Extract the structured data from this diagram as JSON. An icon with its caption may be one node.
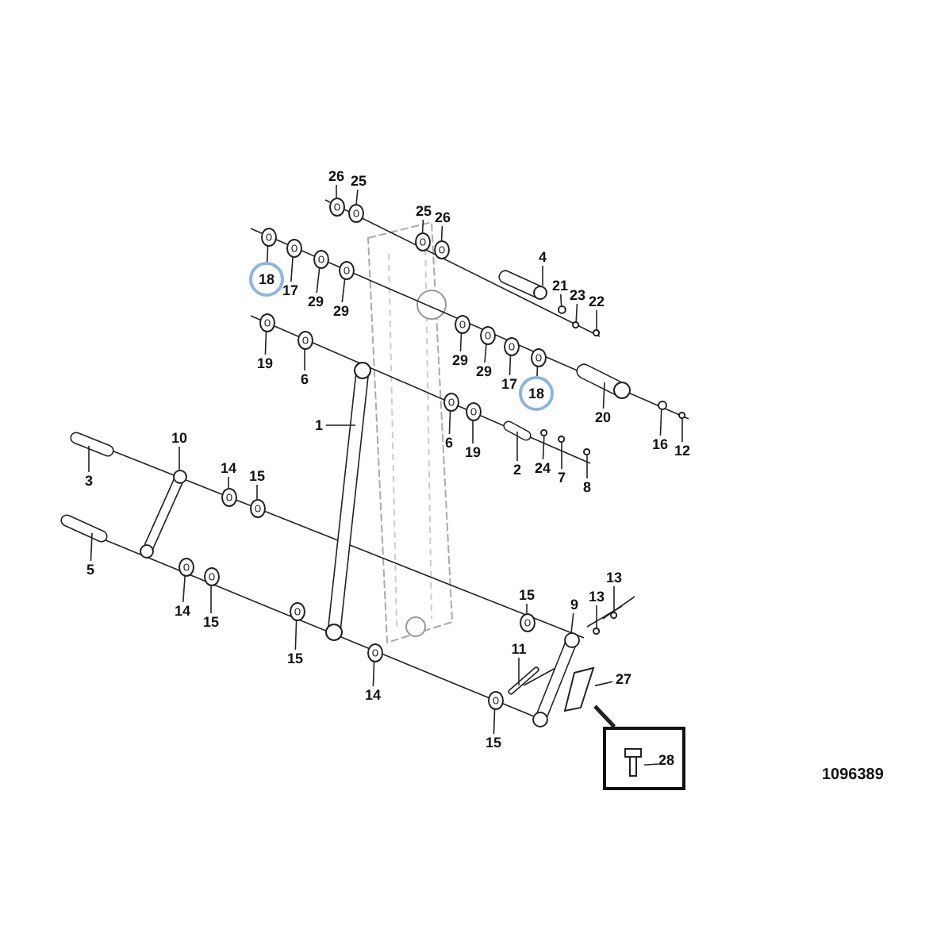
{
  "diagram": {
    "nodes": [
      {
        "text": [
          "26"
        ]
      },
      {
        "text": [
          "25"
        ]
      },
      {
        "text": [
          "25"
        ]
      },
      {
        "text": [
          "26"
        ]
      },
      {
        "text": [
          "18"
        ]
      },
      {
        "text": [
          "17"
        ]
      },
      {
        "text": [
          "29"
        ]
      },
      {
        "text": [
          "29"
        ]
      },
      {
        "text": [
          "4"
        ]
      },
      {
        "text": [
          "21"
        ]
      },
      {
        "text": [
          "23"
        ]
      },
      {
        "text": [
          "22"
        ]
      },
      {
        "text": [
          "19"
        ]
      },
      {
        "text": [
          "6"
        ]
      },
      {
        "text": [
          "29"
        ]
      },
      {
        "text": [
          "29"
        ]
      },
      {
        "text": [
          "17"
        ]
      },
      {
        "text": [
          "18"
        ]
      },
      {
        "text": [
          "20"
        ]
      },
      {
        "text": [
          "1"
        ]
      },
      {
        "text": [
          "6"
        ]
      },
      {
        "text": [
          "19"
        ]
      },
      {
        "text": [
          "2"
        ]
      },
      {
        "text": [
          "24"
        ]
      },
      {
        "text": [
          "7"
        ]
      },
      {
        "text": [
          "8"
        ]
      },
      {
        "text": [
          "16"
        ]
      },
      {
        "text": [
          "12"
        ]
      },
      {
        "text": [
          "10"
        ]
      },
      {
        "text": [
          "3"
        ]
      },
      {
        "text": [
          "14"
        ]
      },
      {
        "text": [
          "15"
        ]
      },
      {
        "text": [
          "5"
        ]
      },
      {
        "text": [
          "14"
        ]
      },
      {
        "text": [
          "15"
        ]
      },
      {
        "text": [
          "15"
        ]
      },
      {
        "text": [
          "14"
        ]
      },
      {
        "text": [
          "15"
        ]
      },
      {
        "text": [
          "9"
        ]
      },
      {
        "text": [
          "13"
        ]
      },
      {
        "text": [
          "13"
        ]
      },
      {
        "text": [
          "11"
        ]
      },
      {
        "text": [
          "15"
        ]
      },
      {
        "text": [
          "27"
        ]
      },
      {
        "text": [],
        "shape": "box"
      },
      {
        "text": [
          "28"
        ],
        "in": 44
      },
      {
        "text": [],
        "shape": "circle"
      },
      {
        "text": [],
        "shape": "circle"
      },
      {
        "text": [],
        "shape": "circle"
      },
      {
        "text": [],
        "shape": "circle"
      },
      {
        "text": [],
        "shape": "circle"
      },
      {
        "text": [],
        "shape": "circle"
      },
      {
        "text": [],
        "shape": "circle"
      },
      {
        "text": [],
        "shape": "circle"
      },
      {
        "text": [],
        "shape": "cylinder"
      },
      {
        "text": [],
        "shape": "circle"
      },
      {
        "text": [],
        "shape": "circle"
      },
      {
        "text": [],
        "shape": "circle"
      },
      {
        "text": [],
        "shape": "circle"
      },
      {
        "text": [],
        "shape": "circle"
      },
      {
        "text": [],
        "shape": "circle"
      },
      {
        "text": [],
        "shape": "circle"
      },
      {
        "text": [],
        "shape": "circle"
      },
      {
        "text": [],
        "shape": "circle"
      },
      {
        "text": [],
        "shape": "cylinder"
      },
      {
        "text": [],
        "shape": "cylinder"
      },
      {
        "text": [],
        "shape": "circle"
      },
      {
        "text": [],
        "shape": "circle"
      },
      {
        "text": [],
        "shape": "cylinder"
      },
      {
        "text": [],
        "shape": "circle"
      },
      {
        "text": [],
        "shape": "circle"
      },
      {
        "text": [],
        "shape": "circle"
      },
      {
        "text": [],
        "shape": "circle"
      },
      {
        "text": [],
        "shape": "circle"
      },
      {
        "text": [],
        "shape": "bar"
      },
      {
        "text": [],
        "shape": "cylinder"
      },
      {
        "text": [],
        "shape": "circle"
      },
      {
        "text": [],
        "shape": "circle"
      },
      {
        "text": [],
        "shape": "cylinder"
      },
      {
        "text": [],
        "shape": "circle"
      },
      {
        "text": [],
        "shape": "circle"
      },
      {
        "text": [],
        "shape": "circle"
      },
      {
        "text": [],
        "shape": "circle"
      },
      {
        "text": [],
        "shape": "circle"
      },
      {
        "text": [],
        "shape": "bar"
      },
      {
        "text": [],
        "shape": "circle"
      },
      {
        "text": [],
        "shape": "circle"
      },
      {
        "text": [],
        "shape": "cylinder"
      },
      {
        "text": [],
        "shape": "circle"
      },
      {
        "text": [],
        "shape": "box"
      },
      {
        "text": [],
        "shape": "picture",
        "in": 44
      }
    ],
    "edges": [
      {
        "from": 0,
        "to": 46,
        "arrow": "none"
      },
      {
        "from": 1,
        "to": 47,
        "arrow": "none"
      },
      {
        "from": 2,
        "to": 48,
        "arrow": "none"
      },
      {
        "from": 3,
        "to": 49,
        "arrow": "none"
      },
      {
        "from": 4,
        "to": 50,
        "arrow": "none"
      },
      {
        "from": 5,
        "to": 51,
        "arrow": "none"
      },
      {
        "from": 6,
        "to": 52,
        "arrow": "none"
      },
      {
        "from": 7,
        "to": 53,
        "arrow": "none"
      },
      {
        "from": 8,
        "to": 54,
        "arrow": "none"
      },
      {
        "from": 9,
        "to": 55,
        "arrow": "none"
      },
      {
        "from": 10,
        "to": 56,
        "arrow": "none"
      },
      {
        "from": 11,
        "to": 57,
        "arrow": "none"
      },
      {
        "from": 12,
        "to": 58,
        "arrow": "none"
      },
      {
        "from": 13,
        "to": 59,
        "arrow": "none"
      },
      {
        "from": 14,
        "to": 60,
        "arrow": "none"
      },
      {
        "from": 15,
        "to": 61,
        "arrow": "none"
      },
      {
        "from": 16,
        "to": 62,
        "arrow": "none"
      },
      {
        "from": 17,
        "to": 63,
        "arrow": "none"
      },
      {
        "from": 18,
        "to": 64,
        "arrow": "none"
      },
      {
        "from": 19,
        "to": 65,
        "arrow": "none"
      },
      {
        "from": 20,
        "to": 66,
        "arrow": "none"
      },
      {
        "from": 21,
        "to": 67,
        "arrow": "none"
      },
      {
        "from": 22,
        "to": 68,
        "arrow": "none"
      },
      {
        "from": 23,
        "to": 69,
        "arrow": "none"
      },
      {
        "from": 24,
        "to": 70,
        "arrow": "none"
      },
      {
        "from": 25,
        "to": 71,
        "arrow": "none"
      },
      {
        "from": 26,
        "to": 72,
        "arrow": "none"
      },
      {
        "from": 27,
        "to": 73,
        "arrow": "none"
      },
      {
        "from": 28,
        "to": 74,
        "arrow": "none"
      },
      {
        "from": 29,
        "to": 75,
        "arrow": "none"
      },
      {
        "from": 30,
        "to": 76,
        "arrow": "none"
      },
      {
        "from": 31,
        "to": 77,
        "arrow": "none"
      },
      {
        "from": 32,
        "to": 78,
        "arrow": "none"
      },
      {
        "from": 33,
        "to": 79,
        "arrow": "none"
      },
      {
        "from": 34,
        "to": 80,
        "arrow": "none"
      },
      {
        "from": 35,
        "to": 81,
        "arrow": "none"
      },
      {
        "from": 36,
        "to": 82,
        "arrow": "none"
      },
      {
        "from": 37,
        "to": 83,
        "arrow": "none"
      },
      {
        "from": 38,
        "to": 84,
        "arrow": "none"
      },
      {
        "from": 39,
        "to": 85,
        "arrow": "none"
      },
      {
        "from": 40,
        "to": 86,
        "arrow": "none"
      },
      {
        "from": 41,
        "to": 87,
        "arrow": "none"
      },
      {
        "from": 42,
        "to": 88,
        "arrow": "none"
      },
      {
        "from": 43,
        "to": 89,
        "arrow": "none"
      },
      {
        "from": 45,
        "to": 90,
        "arrow": "none"
      },
      {
        "from": 89,
        "to": 44,
        "arrow": "none",
        "style": "thick"
      }
    ],
    "labels": [
      "1096389"
    ]
  }
}
